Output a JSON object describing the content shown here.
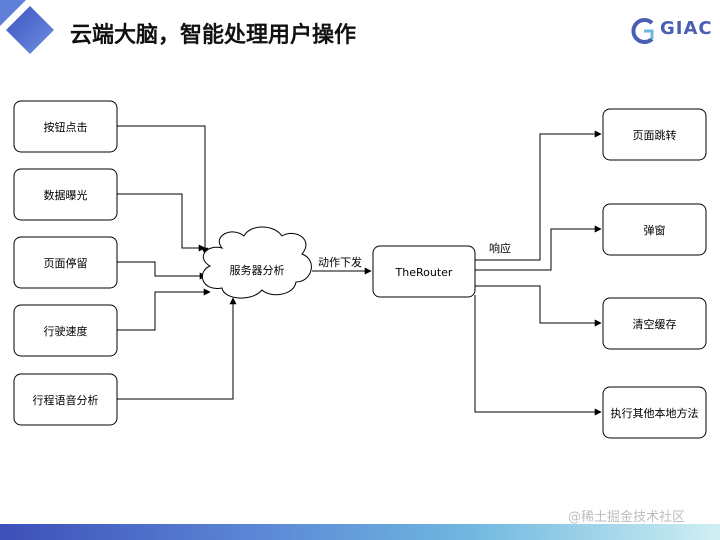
{
  "title": "云端大脑，智能处理用户操作",
  "logo": {
    "text": "GIAC"
  },
  "diagram": {
    "inputs": [
      {
        "label": "按钮点击"
      },
      {
        "label": "数据曝光"
      },
      {
        "label": "页面停留"
      },
      {
        "label": "行驶速度"
      },
      {
        "label": "行程语音分析"
      }
    ],
    "cloud": {
      "label": "服务器分析"
    },
    "edge_label": "动作下发",
    "router": {
      "label": "TheRouter"
    },
    "response_label": "响应",
    "outputs": [
      {
        "label": "页面跳转"
      },
      {
        "label": "弹窗"
      },
      {
        "label": "清空缓存"
      },
      {
        "label": "执行其他本地方法"
      }
    ]
  },
  "watermark": "@稀土掘金技术社区",
  "colors": {
    "accent": "#4a5fb4",
    "node_border": "#000000",
    "edge": "#000000"
  }
}
